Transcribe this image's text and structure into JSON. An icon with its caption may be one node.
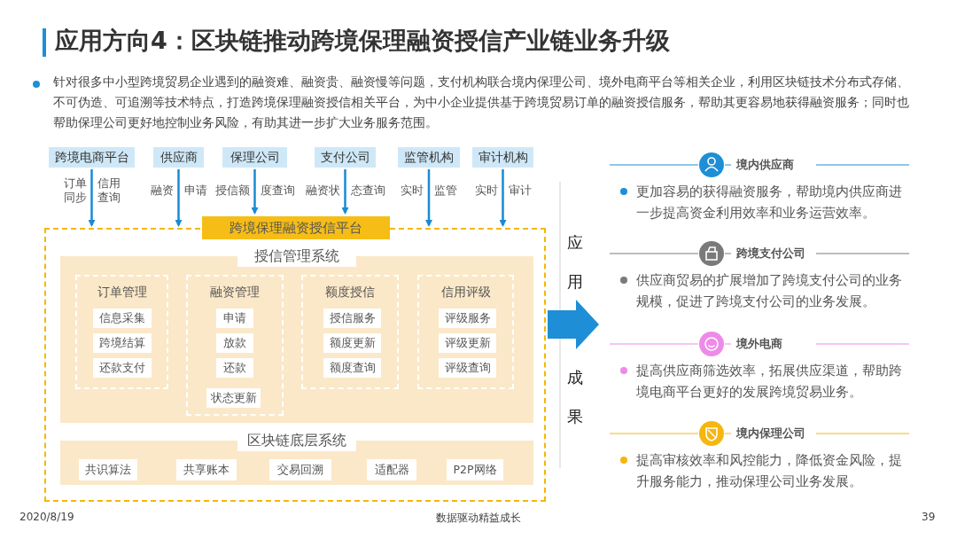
{
  "diagram": {
    "title": "应用方向4：区块链推动跨境保理融资授信产业链业务升级",
    "nodes": [
      {
        "text": [
          "跨境电商平台"
        ]
      },
      {
        "text": [
          "供应商"
        ]
      },
      {
        "text": [
          "保理公司"
        ]
      },
      {
        "text": [
          "支付公司"
        ]
      },
      {
        "text": [
          "监管机构"
        ]
      },
      {
        "text": [
          "审计机构"
        ]
      },
      {
        "text": [
          "跨境保理融资授信平台"
        ]
      },
      {
        "text": [
          "授信管理系统"
        ],
        "in": 6
      },
      {
        "text": [
          "订单管理"
        ],
        "in": 7
      },
      {
        "text": [
          "信息采集"
        ],
        "in": 8
      },
      {
        "text": [
          "跨境结算"
        ],
        "in": 8
      },
      {
        "text": [
          "还款支付"
        ],
        "in": 8
      },
      {
        "text": [
          "融资管理"
        ],
        "in": 7
      },
      {
        "text": [
          "申请"
        ],
        "in": 12
      },
      {
        "text": [
          "放款"
        ],
        "in": 12
      },
      {
        "text": [
          "还款"
        ],
        "in": 12
      },
      {
        "text": [
          "状态更新"
        ],
        "in": 12
      },
      {
        "text": [
          "额度授信"
        ],
        "in": 7
      },
      {
        "text": [
          "授信服务"
        ],
        "in": 17
      },
      {
        "text": [
          "额度更新"
        ],
        "in": 17
      },
      {
        "text": [
          "额度查询"
        ],
        "in": 17
      },
      {
        "text": [
          "信用评级"
        ],
        "in": 7
      },
      {
        "text": [
          "评级服务"
        ],
        "in": 21
      },
      {
        "text": [
          "评级更新"
        ],
        "in": 21
      },
      {
        "text": [
          "评级查询"
        ],
        "in": 21
      },
      {
        "text": [
          "区块链底层系统"
        ],
        "in": 6
      },
      {
        "text": [
          "共识算法"
        ],
        "in": 25
      },
      {
        "text": [
          "共享账本"
        ],
        "in": 25
      },
      {
        "text": [
          "交易回溯"
        ],
        "in": 25
      },
      {
        "text": [
          "适配器"
        ],
        "in": 25
      },
      {
        "text": [
          "P2P网络"
        ],
        "in": 25
      },
      {
        "text": [
          "境内供应商",
          "更加容易的获得融资服务，帮助境内供应商进一步提高资金利用效率和业务运营效率。"
        ]
      },
      {
        "text": [
          "跨境支付公司",
          "供应商贸易的扩展增加了跨境支付公司的业务规模，促进了跨境支付公司的业务发展。"
        ]
      },
      {
        "text": [
          "境外电商",
          "提高供应商筛选效率，拓展供应渠道，帮助跨境电商平台更好的发展跨境贸易业务。"
        ]
      },
      {
        "text": [
          "境内保理公司",
          "提高审核效率和风控能力，降低资金风险，提升服务能力，推动保理公司业务发展。"
        ]
      }
    ],
    "edges": [
      {
        "from": 0,
        "to": 6,
        "arrow": "to"
      },
      {
        "from": 1,
        "to": 6,
        "arrow": "to"
      },
      {
        "from": 2,
        "to": 6,
        "arrow": "to"
      },
      {
        "from": 3,
        "to": 6,
        "arrow": "to"
      },
      {
        "from": 4,
        "to": 6,
        "arrow": "to"
      },
      {
        "from": 5,
        "to": 6,
        "arrow": "to"
      },
      {
        "from": 6,
        "to": null,
        "arrow": "to",
        "style": "thick"
      }
    ],
    "labels": [
      "针对很多中小型跨境贸易企业遇到的融资难、融资贵、融资慢等问题，支付机构联合境内保理公司、境外电商平台等相关企业，利用区块链技术分布式存储、不可伪造、可追溯等技术特点，打造跨境保理融资授信相关平台，为中小企业提供基于跨境贸易订单的融资授信服务，帮助其更容易地获得融资服务；同时也帮助保理公司更好地控制业务风险，有助其进一步扩大业务服务范围。",
      "订单同步",
      "信用查询",
      "融资",
      "申请",
      "授信额",
      "度查询",
      "融资状",
      "态查询",
      "实时",
      "监管",
      "实时",
      "审计",
      "应用",
      "成果",
      "2020/8/19",
      "数据驱动精益成长",
      "39"
    ]
  }
}
